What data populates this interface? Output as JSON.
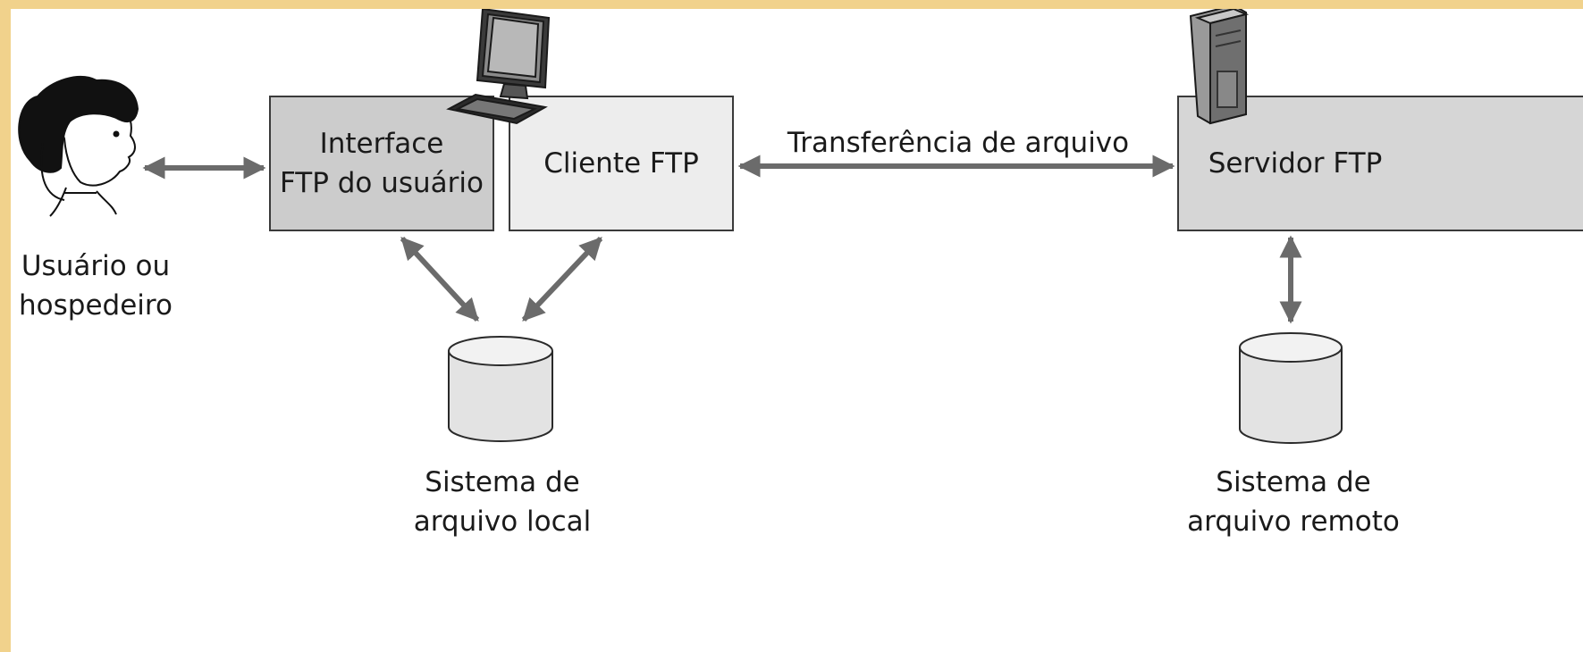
{
  "nodes": {
    "ui_box": "Interface\nFTP do usuário",
    "client_box": "Cliente FTP",
    "server_box": "Servidor FTP"
  },
  "labels": {
    "user": "Usuário ou\nhospedeiro",
    "transfer": "Transferência de arquivo",
    "local_fs": "Sistema de\narquivo local",
    "remote_fs": "Sistema de\narquivo remoto"
  },
  "colors": {
    "frame": "#F1D28C",
    "ui_fill": "#CCCCCC",
    "client_fill": "#EDEDED",
    "server_fill": "#D6D6D6",
    "arrow": "#6B6B6B",
    "cylinder": "#E3E3E3"
  },
  "icons": [
    "person-icon",
    "computer-icon",
    "server-tower-icon",
    "database-icon"
  ]
}
